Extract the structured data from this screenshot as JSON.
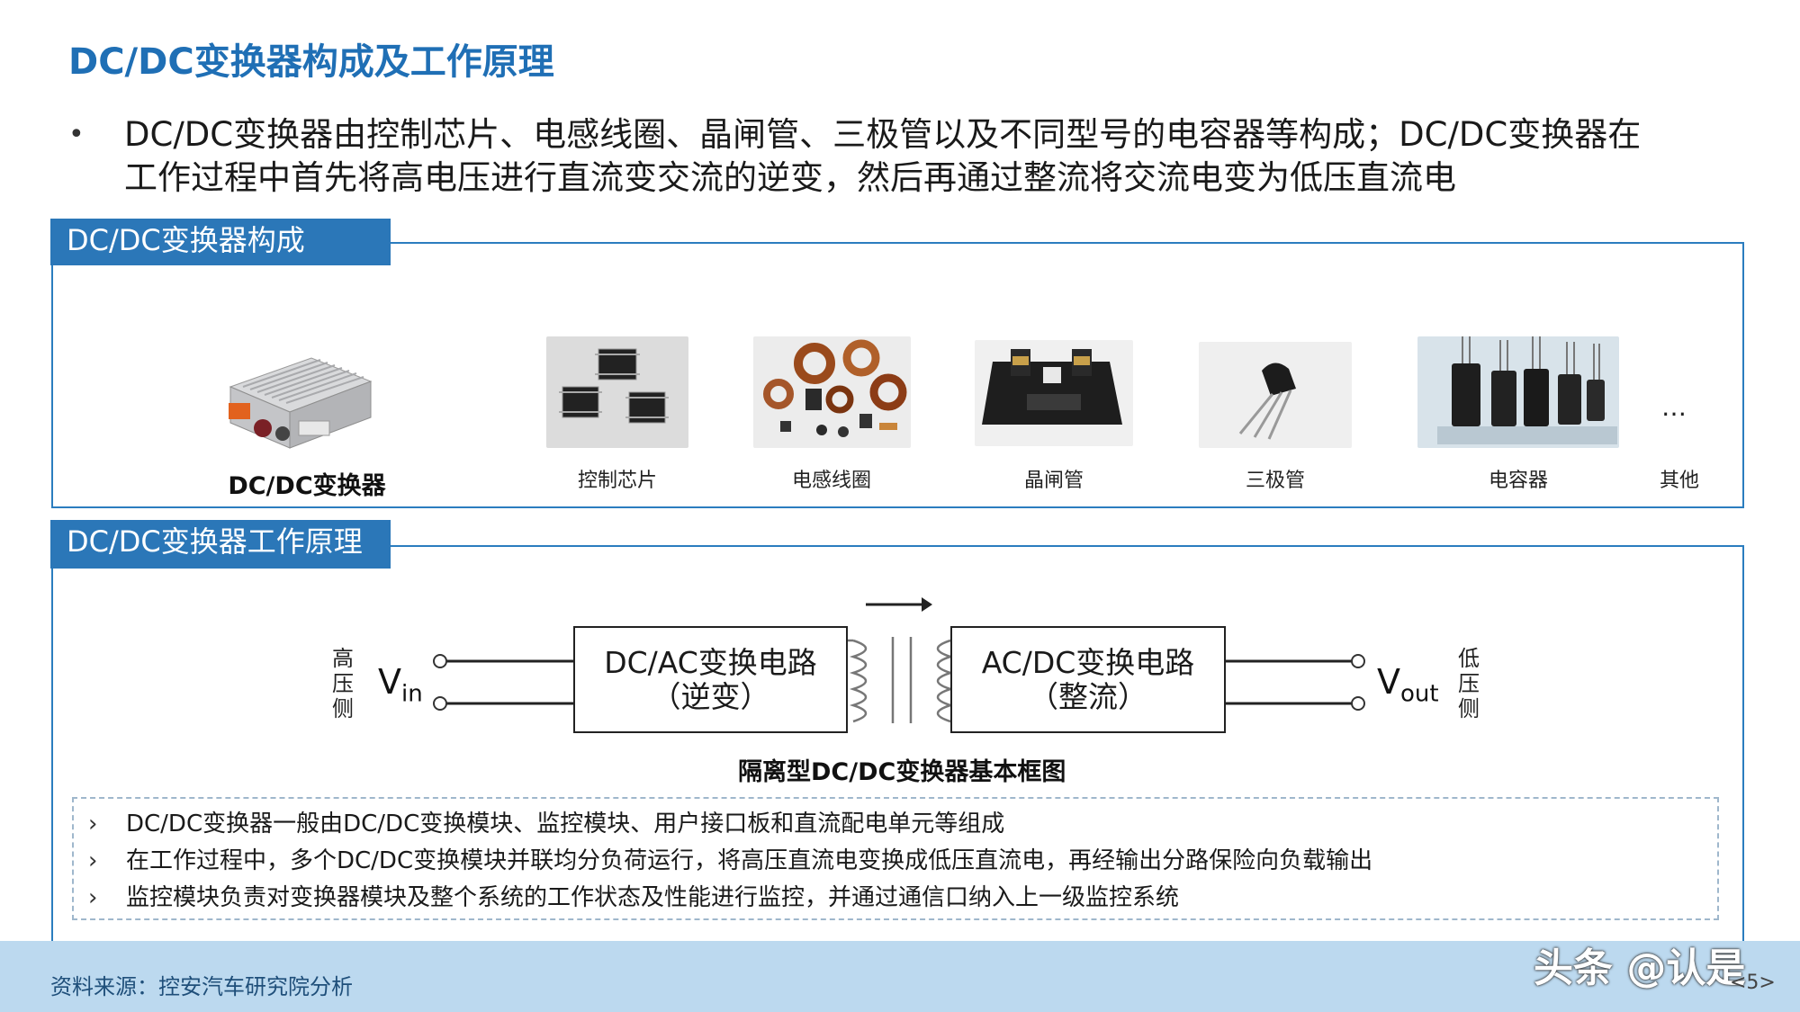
{
  "title": "DC/DC变换器构成及工作原理",
  "bullet": {
    "line1": "DC/DC变换器由控制芯片、电感线圈、晶闸管、三极管以及不同型号的电容器等构成；DC/DC变换器在",
    "line2": "工作过程中首先将高电压进行直流变交流的逆变，然后再通过整流将交流电变为低压直流电"
  },
  "composition": {
    "tab": "DC/DC变换器构成",
    "converter_label": "DC/DC变换器",
    "components": [
      "控制芯片",
      "电感线圈",
      "晶闸管",
      "三极管",
      "电容器"
    ],
    "ellipsis": "…",
    "other_label": "其他"
  },
  "principle": {
    "tab": "DC/DC变换器工作原理",
    "high_side": [
      "高",
      "压",
      "侧"
    ],
    "low_side": [
      "低",
      "压",
      "侧"
    ],
    "vin": {
      "main": "V",
      "sub": "in"
    },
    "vout": {
      "main": "V",
      "sub": "out"
    },
    "box1": {
      "line1": "DC/AC变换电路",
      "line2": "（逆变）"
    },
    "box2": {
      "line1": "AC/DC变换电路",
      "line2": "（整流）"
    },
    "caption": "隔离型DC/DC变换器基本框图",
    "notes": [
      "DC/DC变换器一般由DC/DC变换模块、监控模块、用户接口板和直流配电单元等组成",
      "在工作过程中，多个DC/DC变换模块并联均分负荷运行，将高压直流电变换成低压直流电，再经输出分路保险向负载输出",
      "监控模块负责对变换器模块及整个系统的工作状态及性能进行监控，并通过通信口纳入上一级监控系统"
    ],
    "chevron": "›"
  },
  "footer": {
    "source": "资料来源：控安汽车研究院分析",
    "watermark": "头条 @认是",
    "page": "<5>"
  },
  "colors": {
    "accent": "#2b77b8",
    "title": "#1f6fb5",
    "footer": "#bcd9ef"
  }
}
